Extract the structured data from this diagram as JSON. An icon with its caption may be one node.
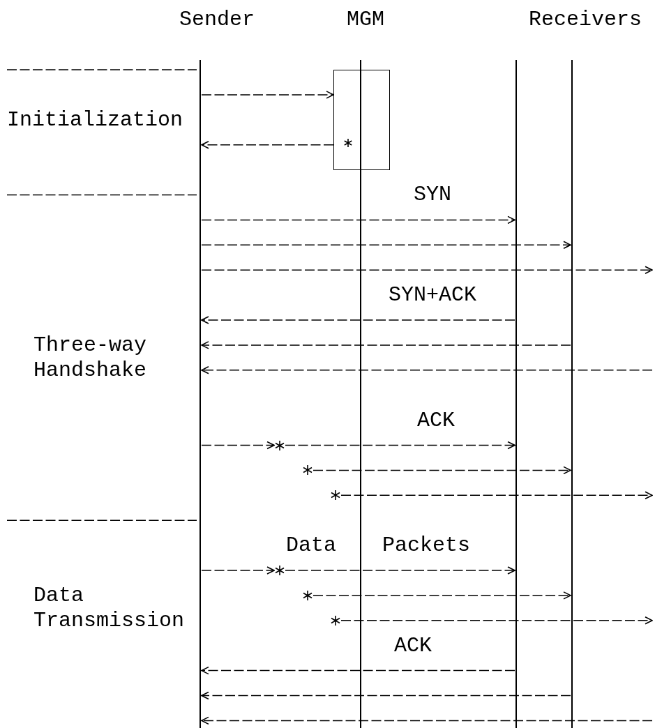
{
  "diagram": {
    "nodes": [
      {
        "text": [],
        "shape": "bar"
      },
      {
        "text": [],
        "shape": "bar"
      },
      {
        "text": [],
        "shape": "box"
      },
      {
        "text": [],
        "shape": "bar"
      },
      {
        "text": [],
        "shape": "bar"
      },
      {
        "text": [],
        "shape": "star"
      },
      {
        "text": [],
        "shape": "star"
      },
      {
        "text": [],
        "shape": "star"
      },
      {
        "text": [],
        "shape": "star"
      },
      {
        "text": [],
        "shape": "star"
      },
      {
        "text": [],
        "shape": "star"
      }
    ],
    "edges": [
      {
        "from": 0,
        "to": 2,
        "arrow": "to"
      },
      {
        "from": 2,
        "to": 0,
        "arrow": "to"
      },
      {
        "from": 0,
        "to": 3,
        "arrow": "to",
        "label": "SYN"
      },
      {
        "from": 0,
        "to": 4,
        "arrow": "to"
      },
      {
        "from": 0,
        "to": null,
        "arrow": "to"
      },
      {
        "from": 3,
        "to": 0,
        "arrow": "to",
        "label": "SYN+ACK"
      },
      {
        "from": 4,
        "to": 0,
        "arrow": "to"
      },
      {
        "from": null,
        "to": 0,
        "arrow": "to"
      },
      {
        "from": 0,
        "to": 5,
        "arrow": "to"
      },
      {
        "from": 5,
        "to": 3,
        "arrow": "to",
        "label": "ACK"
      },
      {
        "from": 6,
        "to": 4,
        "arrow": "to"
      },
      {
        "from": 7,
        "to": null,
        "arrow": "to"
      },
      {
        "from": 0,
        "to": 8,
        "arrow": "to"
      },
      {
        "from": 8,
        "to": 3,
        "arrow": "to"
      },
      {
        "from": 9,
        "to": 4,
        "arrow": "to"
      },
      {
        "from": 10,
        "to": null,
        "arrow": "to"
      },
      {
        "from": 3,
        "to": 0,
        "arrow": "to",
        "label": "ACK"
      },
      {
        "from": 4,
        "to": 0,
        "arrow": "to"
      },
      {
        "from": null,
        "to": 0,
        "arrow": "to"
      }
    ],
    "labels": [
      "Sender",
      "MGM",
      "Receivers",
      "Initialization",
      "Three-way Handshake",
      "Data",
      "Packets",
      "Data Transmission"
    ]
  }
}
